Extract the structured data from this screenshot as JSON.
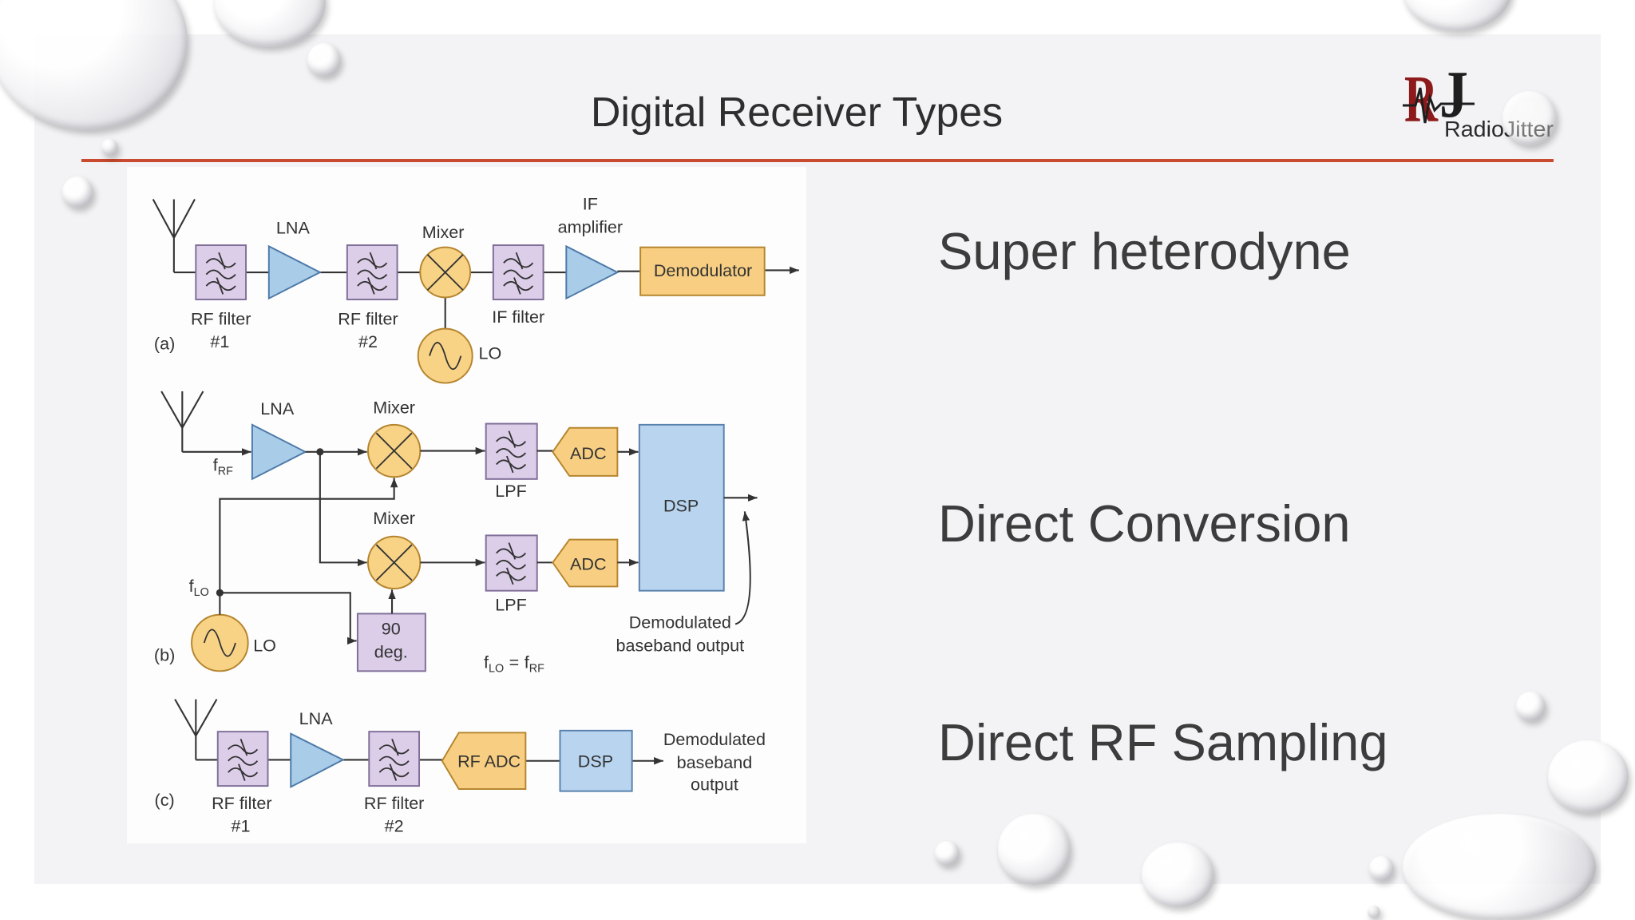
{
  "slide": {
    "title": "Digital Receiver Types",
    "logo": {
      "mark": [
        "R",
        "J"
      ],
      "name": "RadioJitter"
    },
    "receiver_types": [
      "Super heterodyne",
      "Direct Conversion",
      "Direct RF Sampling"
    ],
    "colors": {
      "accent_line": "#c94a2e",
      "panel": "#f3f3f5",
      "logo_mark": "#8e1b1b"
    }
  },
  "diagram": {
    "colors": {
      "filter": "#dccde9",
      "amplifier": "#a9cce9",
      "mixer": "#f8d386",
      "converter": "#f8cf82",
      "dsp": "#b8d4ef",
      "wire": "#333333"
    },
    "superheterodyne": {
      "panel_label": "(a)",
      "rf_filter_1": [
        "RF filter",
        "#1"
      ],
      "lna": "LNA",
      "rf_filter_2": [
        "RF filter",
        "#2"
      ],
      "mixer": "Mixer",
      "lo": "LO",
      "if_filter": "IF filter",
      "if_amplifier": [
        "IF",
        "amplifier"
      ],
      "demodulator": "Demodulator"
    },
    "direct_conversion": {
      "panel_label": "(b)",
      "f_rf": [
        "f",
        "RF"
      ],
      "lna": "LNA",
      "mixer_i": "Mixer",
      "mixer_q": "Mixer",
      "lpf_i": "LPF",
      "lpf_q": "LPF",
      "adc_i": "ADC",
      "adc_q": "ADC",
      "dsp": "DSP",
      "f_lo": [
        "f",
        "LO"
      ],
      "lo": "LO",
      "phase_shifter": [
        "90",
        "deg."
      ],
      "equation": [
        "f",
        "LO",
        "=",
        "f",
        "RF"
      ],
      "output": [
        "Demodulated",
        "baseband output"
      ]
    },
    "direct_rf_sampling": {
      "panel_label": "(c)",
      "rf_filter_1": [
        "RF filter",
        "#1"
      ],
      "lna": "LNA",
      "rf_filter_2": [
        "RF filter",
        "#2"
      ],
      "rf_adc": "RF ADC",
      "dsp": "DSP",
      "output": [
        "Demodulated",
        "baseband",
        "output"
      ]
    }
  }
}
